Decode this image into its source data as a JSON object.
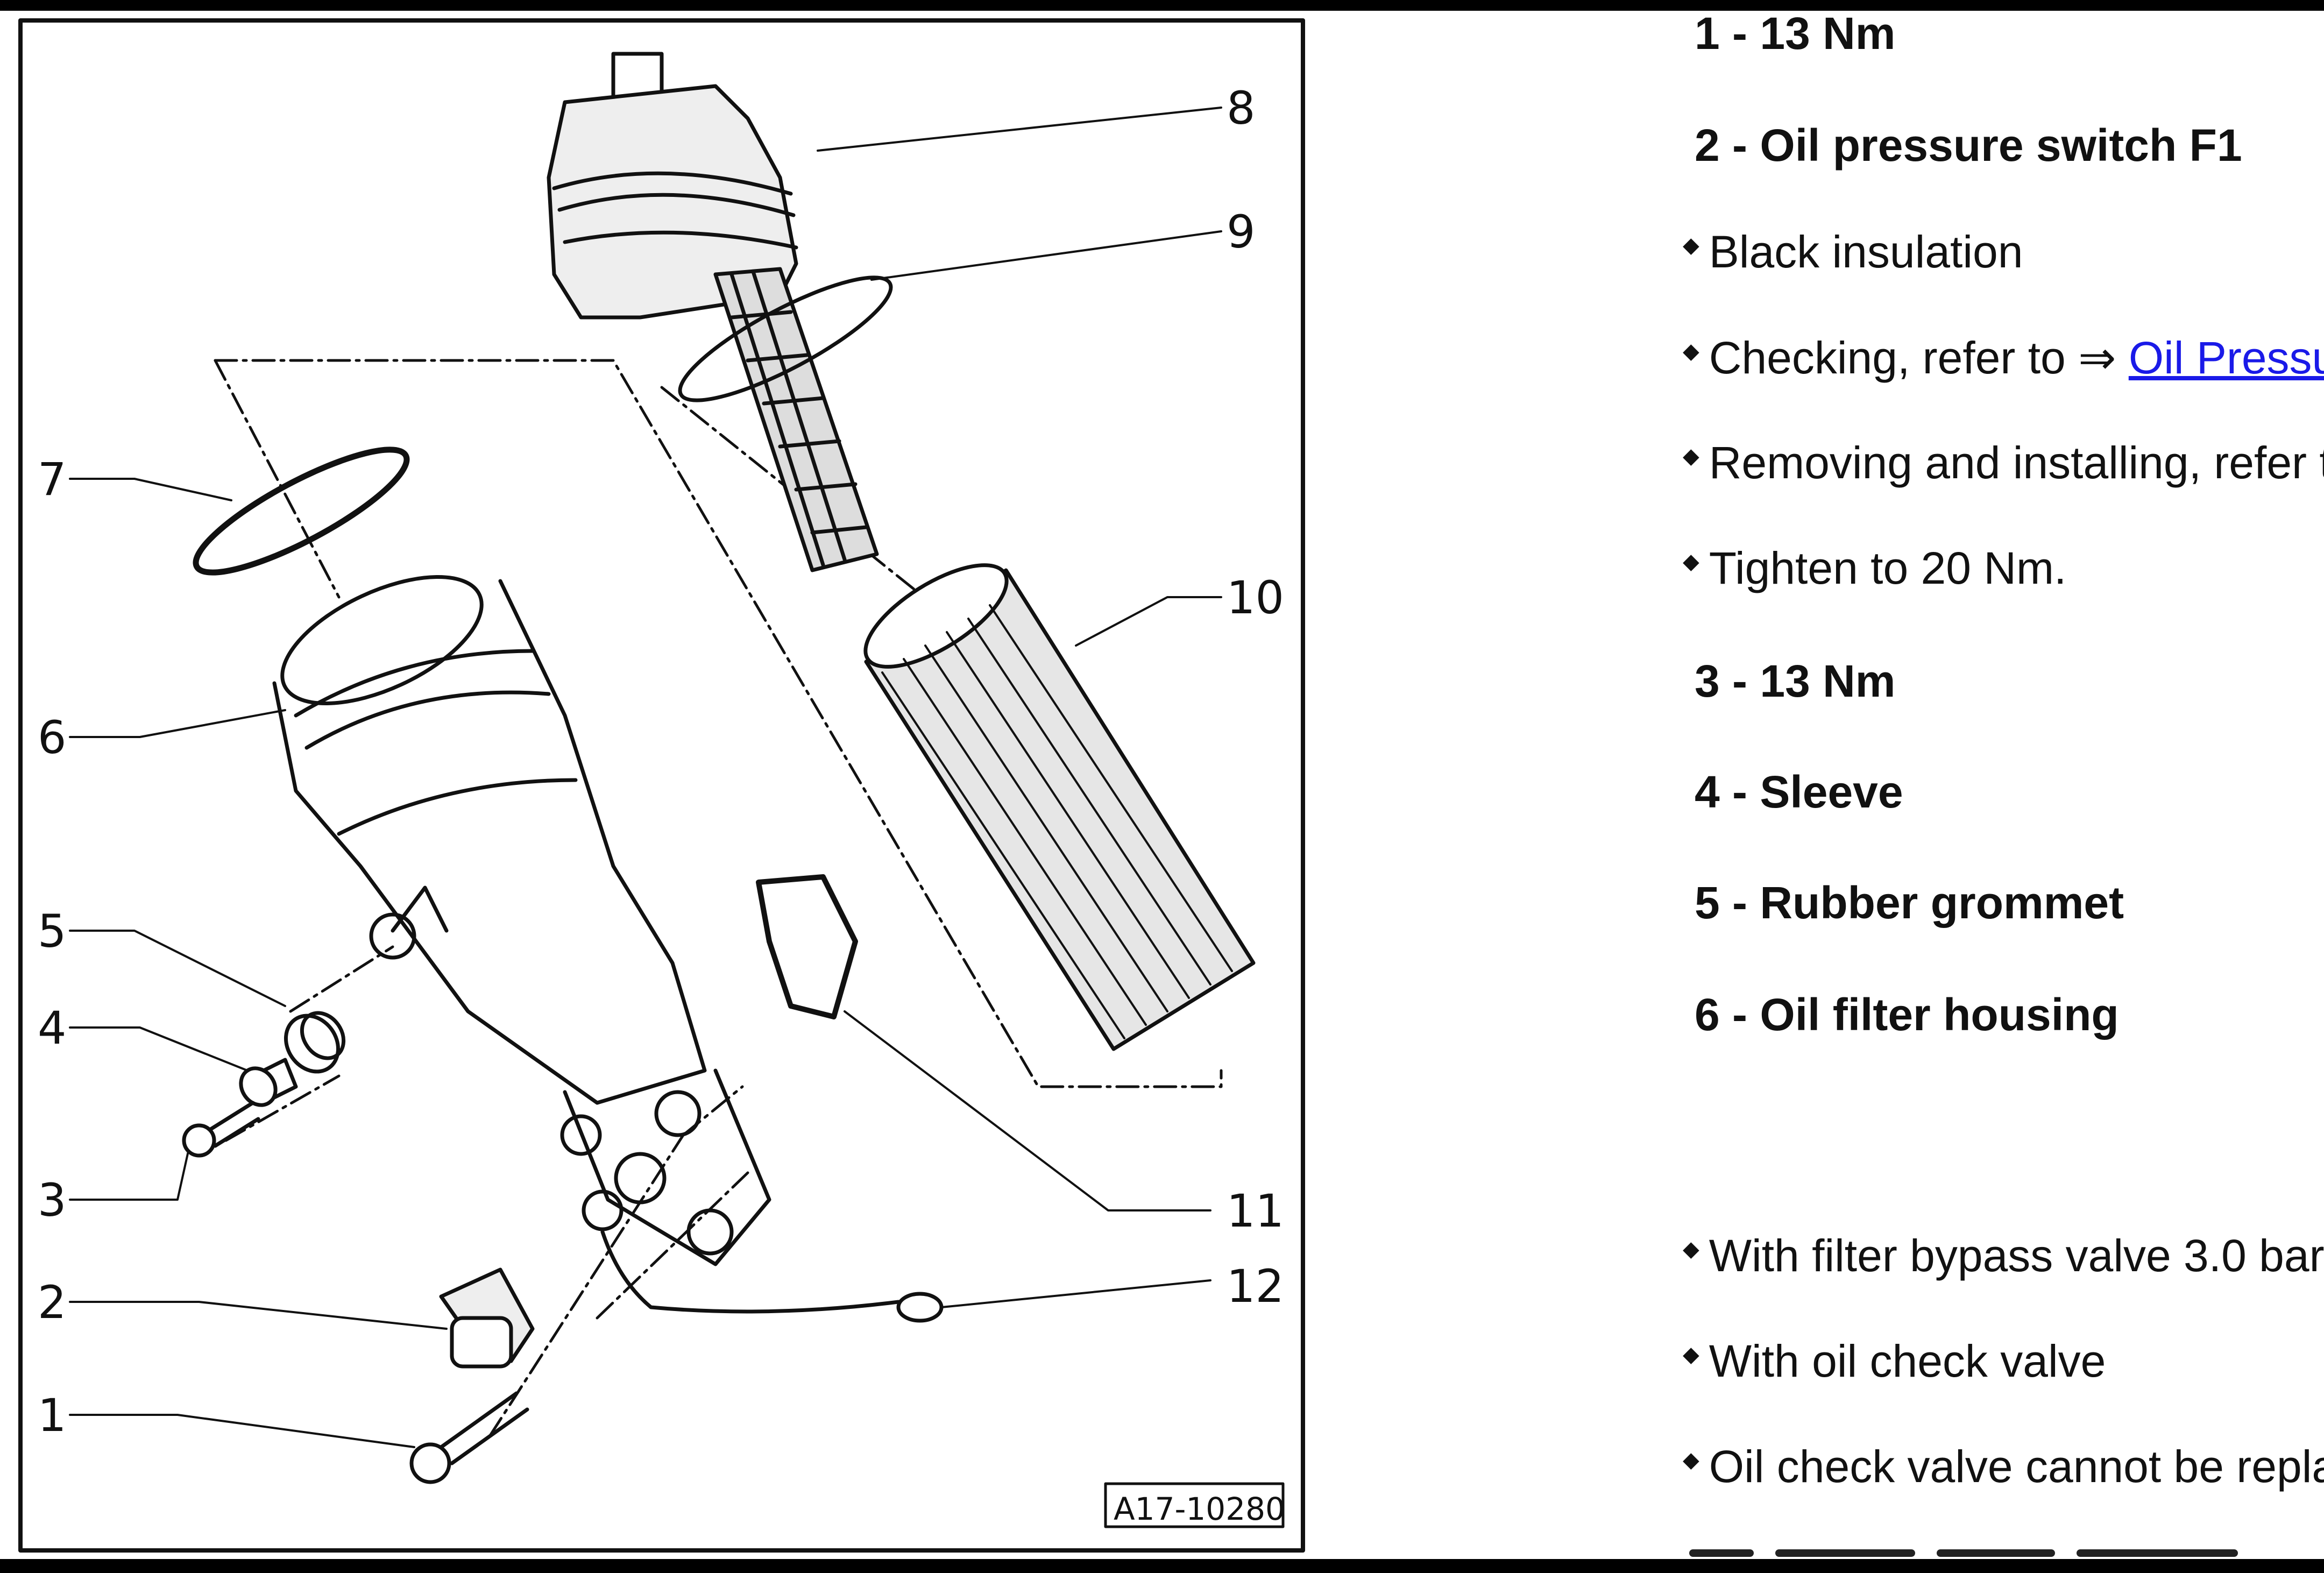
{
  "figure": {
    "figure_id": "A17-10280",
    "callouts": [
      "1",
      "2",
      "3",
      "4",
      "5",
      "6",
      "7",
      "8",
      "9",
      "10",
      "11",
      "12"
    ]
  },
  "legend": {
    "item1": "1 - 13 Nm",
    "item2": "2 - Oil pressure switch F1",
    "item2_bullets": [
      "Black insulation",
      "Checking, refer to ⇒ ",
      "Removing and installing, refer t",
      "Tighten to 20 Nm."
    ],
    "item2_link": "Oil Pressu",
    "item3": "3 - 13 Nm",
    "item4": "4 - Sleeve",
    "item5": "5 - Rubber grommet",
    "item6": "6 - Oil filter housing",
    "item6_bullets": [
      "With filter bypass valve 3.0 bar",
      "With oil check valve",
      "Oil check valve cannot be repla"
    ]
  },
  "colors": {
    "link": "#1a1ae8",
    "line": "#111111",
    "frame": "#000000"
  }
}
